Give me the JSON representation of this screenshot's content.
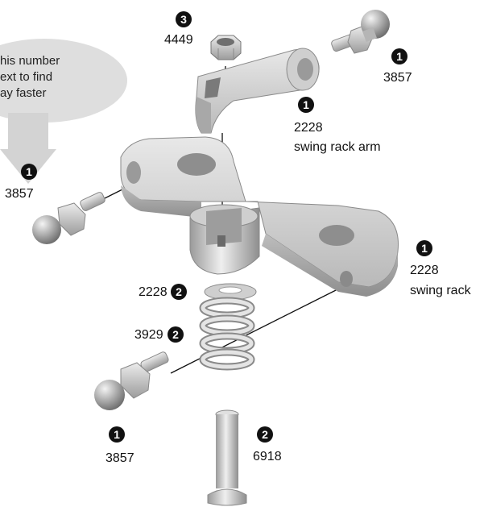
{
  "diagram": {
    "tip_lines": [
      "his number",
      "ext to find",
      "ay faster"
    ],
    "callouts": [
      {
        "step": "3",
        "part": "4449",
        "desc": ""
      },
      {
        "step": "1",
        "part": "3857",
        "desc": ""
      },
      {
        "step": "1",
        "part": "2228",
        "desc": "swing rack arm"
      },
      {
        "step": "1",
        "part": "3857",
        "desc": ""
      },
      {
        "step": "1",
        "part": "2228",
        "desc": "swing rack"
      },
      {
        "step": "2",
        "part": "2228",
        "desc": ""
      },
      {
        "step": "2",
        "part": "3929",
        "desc": ""
      },
      {
        "step": "1",
        "part": "3857",
        "desc": ""
      },
      {
        "step": "2",
        "part": "6918",
        "desc": ""
      }
    ]
  },
  "colors": {
    "part_fill": "#d9d9d9",
    "part_shade": "#a9a9a9",
    "part_dark": "#8a8a8a",
    "bubble": "#dedede",
    "badge": "#111111"
  }
}
